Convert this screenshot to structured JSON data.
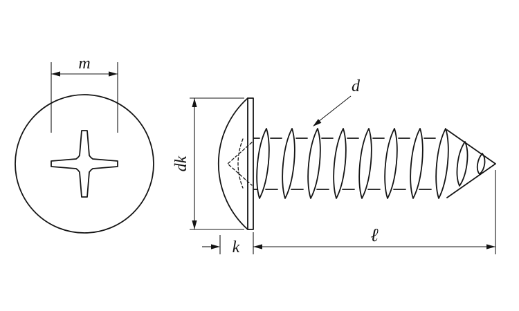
{
  "drawing": {
    "labels": {
      "m": "m",
      "dk": "dk",
      "d": "d",
      "k": "k",
      "length": "ℓ"
    },
    "colors": {
      "line": "#141414",
      "background": "#ffffff"
    }
  }
}
